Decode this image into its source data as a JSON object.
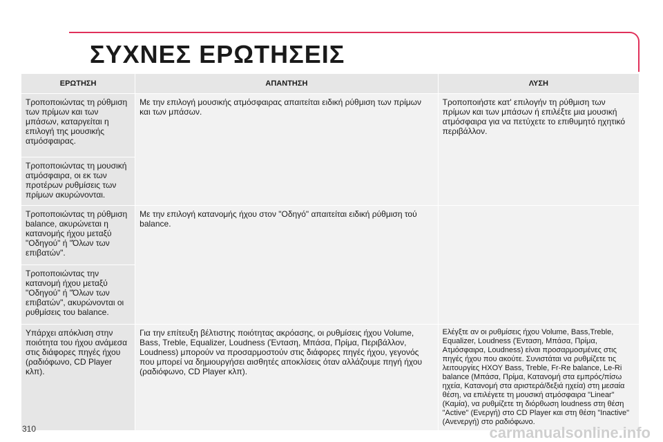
{
  "title": "ΣΥΧΝΕΣ ΕΡΩΤΗΣΕΙΣ",
  "headers": {
    "question": "ΕΡΩΤΗΣΗ",
    "answer": "ΑΠΑΝΤΗΣΗ",
    "solution": "ΛΥΣΗ"
  },
  "rows": [
    {
      "q1": "Τροποποιώντας τη ρύθμιση των πρίμων και των μπάσων, καταργείται η επιλογή της μουσικής ατμόσφαιρας.",
      "q2": "Τροποποιώντας τη μουσική ατμόσφαιρα, οι εκ των προτέρων ρυθμίσεις των πρίμων ακυρώνονται.",
      "answer": "Με την επιλογή μουσικής ατμόσφαιρας απαιτείται ειδική ρύθμιση των πρίμων και των μπάσων.",
      "solution": "Τροποποιήστε κατ' επιλογήν τη ρύθμιση των πρίμων και των μπάσων ή επιλέξτε μια μουσική ατμόσφαιρα για να πετύχετε το επιθυμητό ηχητικό περιβάλλον."
    },
    {
      "q1": "Τροποποιώντας τη ρύθμιση balance, ακυρώνεται η κατανομής ήχου μεταξύ \"Οδηγού\" ή \"Όλων των επιβατών\".",
      "q2": "Τροποποιώντας την κατανομή ήχου μεταξύ \"Οδηγού\" ή \"Όλων των επιβατών\", ακυρώνονται οι ρυθμίσεις του balance.",
      "answer": "Με την επιλογή κατανομής ήχου στον \"Οδηγό\" απαιτείται ειδική ρύθμιση τού balance.",
      "solution": ""
    },
    {
      "q1": "Υπάρχει απόκλιση στην ποιότητα του ήχου ανάμεσα στις διάφορες πηγές ήχου (ραδιόφωνο, CD Player κλπ).",
      "answer": "Για την επίτευξη βέλτιστης ποιότητας ακρόασης, οι ρυθμίσεις ήχου Volume, Bass, Treble, Equalizer, Loudness (Ένταση, Μπάσα, Πρίμα, Περιβάλλον, Loudness) μπορούν να προσαρμοστούν στις διάφορες πηγές ήχου, γεγονός που μπορεί να δημιουργήσει αισθητές αποκλίσεις όταν αλλάζουμε πηγή ήχου (ραδιόφωνο, CD Player κλπ).",
      "solution": "Ελέγξτε αν οι ρυθμίσεις ήχου Volume, Bass,Treble, Equalizer, Loudness (Ένταση, Μπάσα, Πρίμα, Ατμόσφαιρα, Loudness) είναι προσαρμοσμένες στις πηγές ήχου που ακούτε. Συνιστάται να ρυθμίζετε τις λειτουργίες ΗΧΟΥ Bass, Treble, Fr-Re balance, Le-Ri balance (Μπάσα, Πρίμα, Κατανομή στα εμπρός/πίσω ηχεία, Κατανομή στα αριστερά/δεξιά ηχεία) στη μεσαία θέση, να επιλέγετε τη μουσική ατμόσφαιρα \"Linear\" (Καμία), να ρυθμίζετε τη διόρθωση loudness στη θέση \"Active\" (Ενεργή) στο CD Player και στη θέση \"Inactive\" (Ανενεργή) στο ραδιόφωνο."
    }
  ],
  "page_number": "310",
  "watermark": "carmanualsonline.info"
}
